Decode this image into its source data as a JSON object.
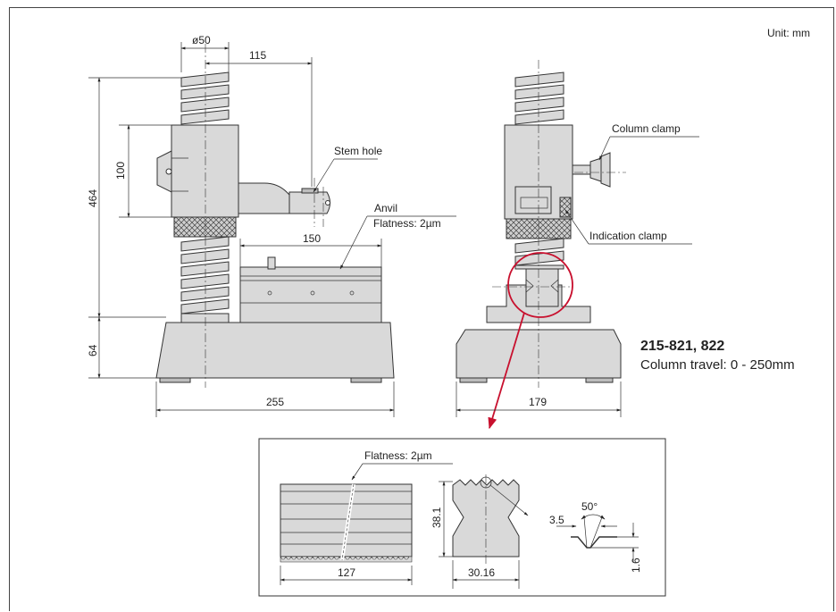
{
  "unit_label": "Unit: mm",
  "model": "215-821, 822",
  "travel": "Column travel: 0 - 250mm",
  "front_view": {
    "dia": "ø50",
    "offset": "115",
    "height_total": "464",
    "height_100": "100",
    "height_base": "64",
    "anvil_width": "150",
    "base_width": "255",
    "stem_hole_label": "Stem hole",
    "anvil_label": "Anvil",
    "anvil_flatness": "Flatness: 2µm"
  },
  "side_view": {
    "width": "179",
    "column_clamp_label": "Column clamp",
    "indication_clamp_label": "Indication clamp"
  },
  "detail": {
    "flatness": "Flatness: 2µm",
    "length": "127",
    "height": "38.1",
    "width": "30.16",
    "angle": "50°",
    "groove_width": "3.5",
    "groove_depth": "1.6"
  },
  "colors": {
    "gray": "#d9d9d9",
    "dark_gray": "#bdbdbd",
    "callout": "#c8102e"
  }
}
